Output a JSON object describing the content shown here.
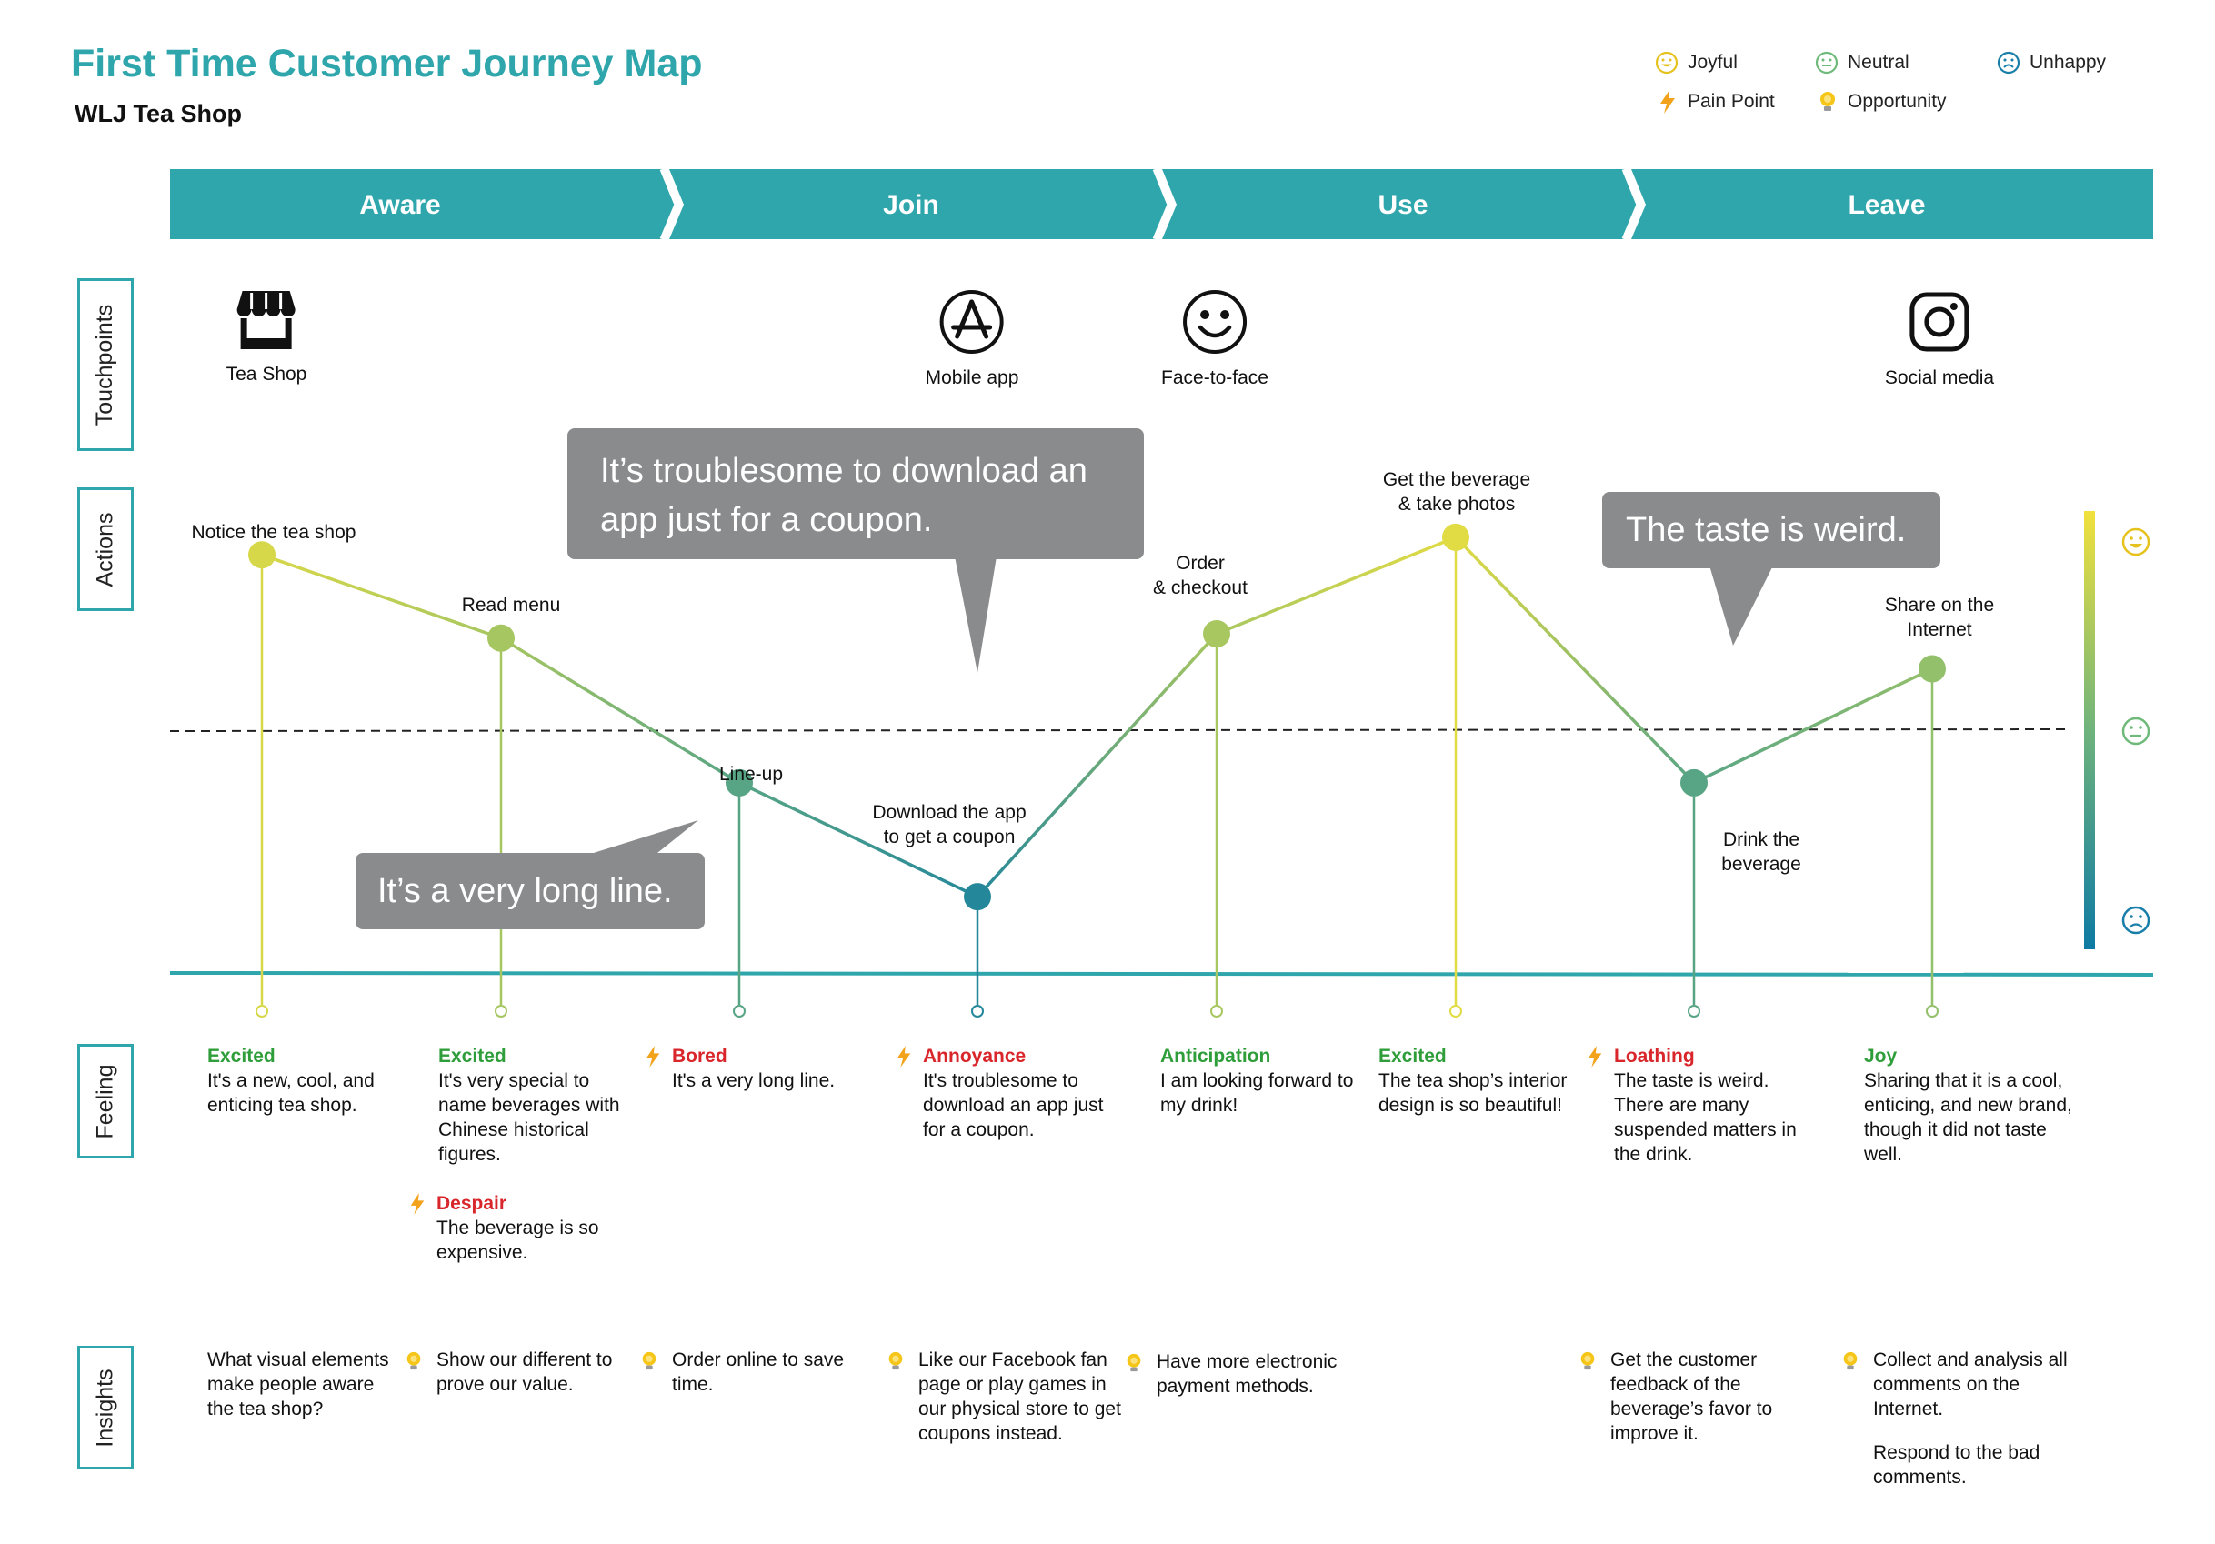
{
  "header": {
    "title": "First Time Customer Journey Map",
    "subtitle": "WLJ Tea Shop"
  },
  "legend": {
    "joyful": "Joyful",
    "neutral": "Neutral",
    "unhappy": "Unhappy",
    "pain_point": "Pain Point",
    "opportunity": "Opportunity"
  },
  "stages": [
    "Aware",
    "Join",
    "Use",
    "Leave"
  ],
  "row_labels": {
    "touchpoints": "Touchpoints",
    "actions": "Actions",
    "feeling": "Feeling",
    "insights": "Insights"
  },
  "touchpoints": [
    {
      "label": "Tea Shop",
      "icon": "store-icon"
    },
    {
      "label": "Mobile app",
      "icon": "app-store-icon"
    },
    {
      "label": "Face-to-face",
      "icon": "smiley-icon"
    },
    {
      "label": "Social media",
      "icon": "instagram-icon"
    }
  ],
  "actions": [
    {
      "label": "Notice the tea shop",
      "mood": 0.9
    },
    {
      "label": "Read menu",
      "mood": 0.71
    },
    {
      "label": "Line-up",
      "mood": 0.38
    },
    {
      "label": "Download the app\nto get a coupon",
      "mood": 0.12
    },
    {
      "label": "Order\n& checkout",
      "mood": 0.72
    },
    {
      "label": "Get the beverage\n& take photos",
      "mood": 0.94
    },
    {
      "label": "Drink the\nbeverage",
      "mood": 0.38
    },
    {
      "label": "Share on the\nInternet",
      "mood": 0.64
    }
  ],
  "bubbles": [
    {
      "text": "It’s troublesome to download an app just for a coupon."
    },
    {
      "text": "The taste is weird."
    },
    {
      "text": "It’s a very long line."
    }
  ],
  "feelings": [
    {
      "title": "Excited",
      "text": "It's a new, cool, and enticing tea shop.",
      "type": "joy"
    },
    {
      "title": "Excited",
      "text": "It's very special to name beverages with Chinese historical figures.",
      "type": "joy"
    },
    {
      "title": "Despair",
      "text": "The beverage is so expensive.",
      "type": "pain"
    },
    {
      "title": "Bored",
      "text": "It's a very long line.",
      "type": "pain"
    },
    {
      "title": "Annoyance",
      "text": "It's troublesome to download an app just for a coupon.",
      "type": "pain"
    },
    {
      "title": "Anticipation",
      "text": "I am looking forward to my drink!",
      "type": "joy"
    },
    {
      "title": "Excited",
      "text": "The tea shop’s interior design is so beautiful!",
      "type": "joy"
    },
    {
      "title": "Loathing",
      "text": "The taste is weird. There are many suspended matters in the drink.",
      "type": "pain"
    },
    {
      "title": "Joy",
      "text": "Sharing that it is a cool, enticing, and new brand, though it did not taste well.",
      "type": "joy"
    }
  ],
  "insights": [
    {
      "text": "What visual elements make people aware the tea shop?",
      "bulb": false
    },
    {
      "text": "Show our different to prove our value.",
      "bulb": true
    },
    {
      "text": "Order online to save time.",
      "bulb": true
    },
    {
      "text": "Like our Facebook fan page or play games in our physical store to get coupons instead.",
      "bulb": true
    },
    {
      "text": "Have more electronic payment methods.",
      "bulb": true
    },
    {
      "text": "Get the customer feedback of the beverage’s favor to improve it.",
      "bulb": true
    },
    {
      "text": "Collect and analysis all comments on the Internet.",
      "bulb": true
    },
    {
      "text": "Respond to the bad comments.",
      "bulb": false
    }
  ],
  "colors": {
    "accent": "#2fa6ac",
    "pain_red": "#d8262b",
    "joy_green": "#2f9e3a",
    "happy_yellow": "#f1e13c",
    "sad_blue": "#0e7aa3",
    "bubble_gray": "#8a8b8d"
  }
}
